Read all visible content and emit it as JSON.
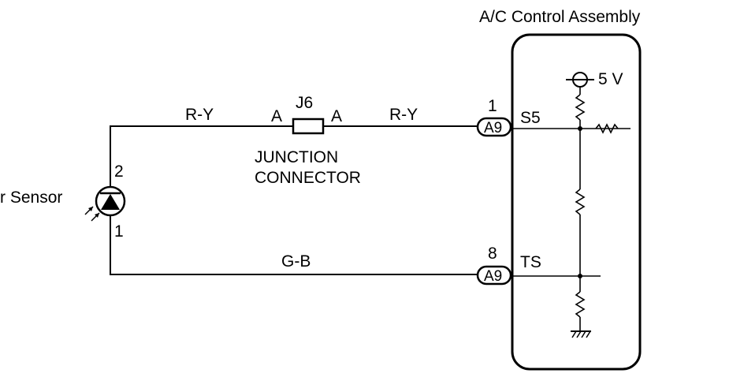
{
  "diagram": {
    "assembly_title": "A/C Control Assembly",
    "sensor_label": "r Sensor",
    "junction": {
      "id": "J6",
      "left_pin": "A",
      "right_pin": "A",
      "name_line1": "JUNCTION",
      "name_line2": "CONNECTOR"
    },
    "wires": {
      "top_left_color": "R-Y",
      "top_right_color": "R-Y",
      "bottom_color": "G-B"
    },
    "sensor_pins": {
      "top": "2",
      "bottom": "1"
    },
    "connectors": [
      {
        "pin_number": "1",
        "connector": "A9",
        "signal": "S5"
      },
      {
        "pin_number": "8",
        "connector": "A9",
        "signal": "TS"
      }
    ],
    "supply": {
      "voltage": "5 V"
    }
  }
}
